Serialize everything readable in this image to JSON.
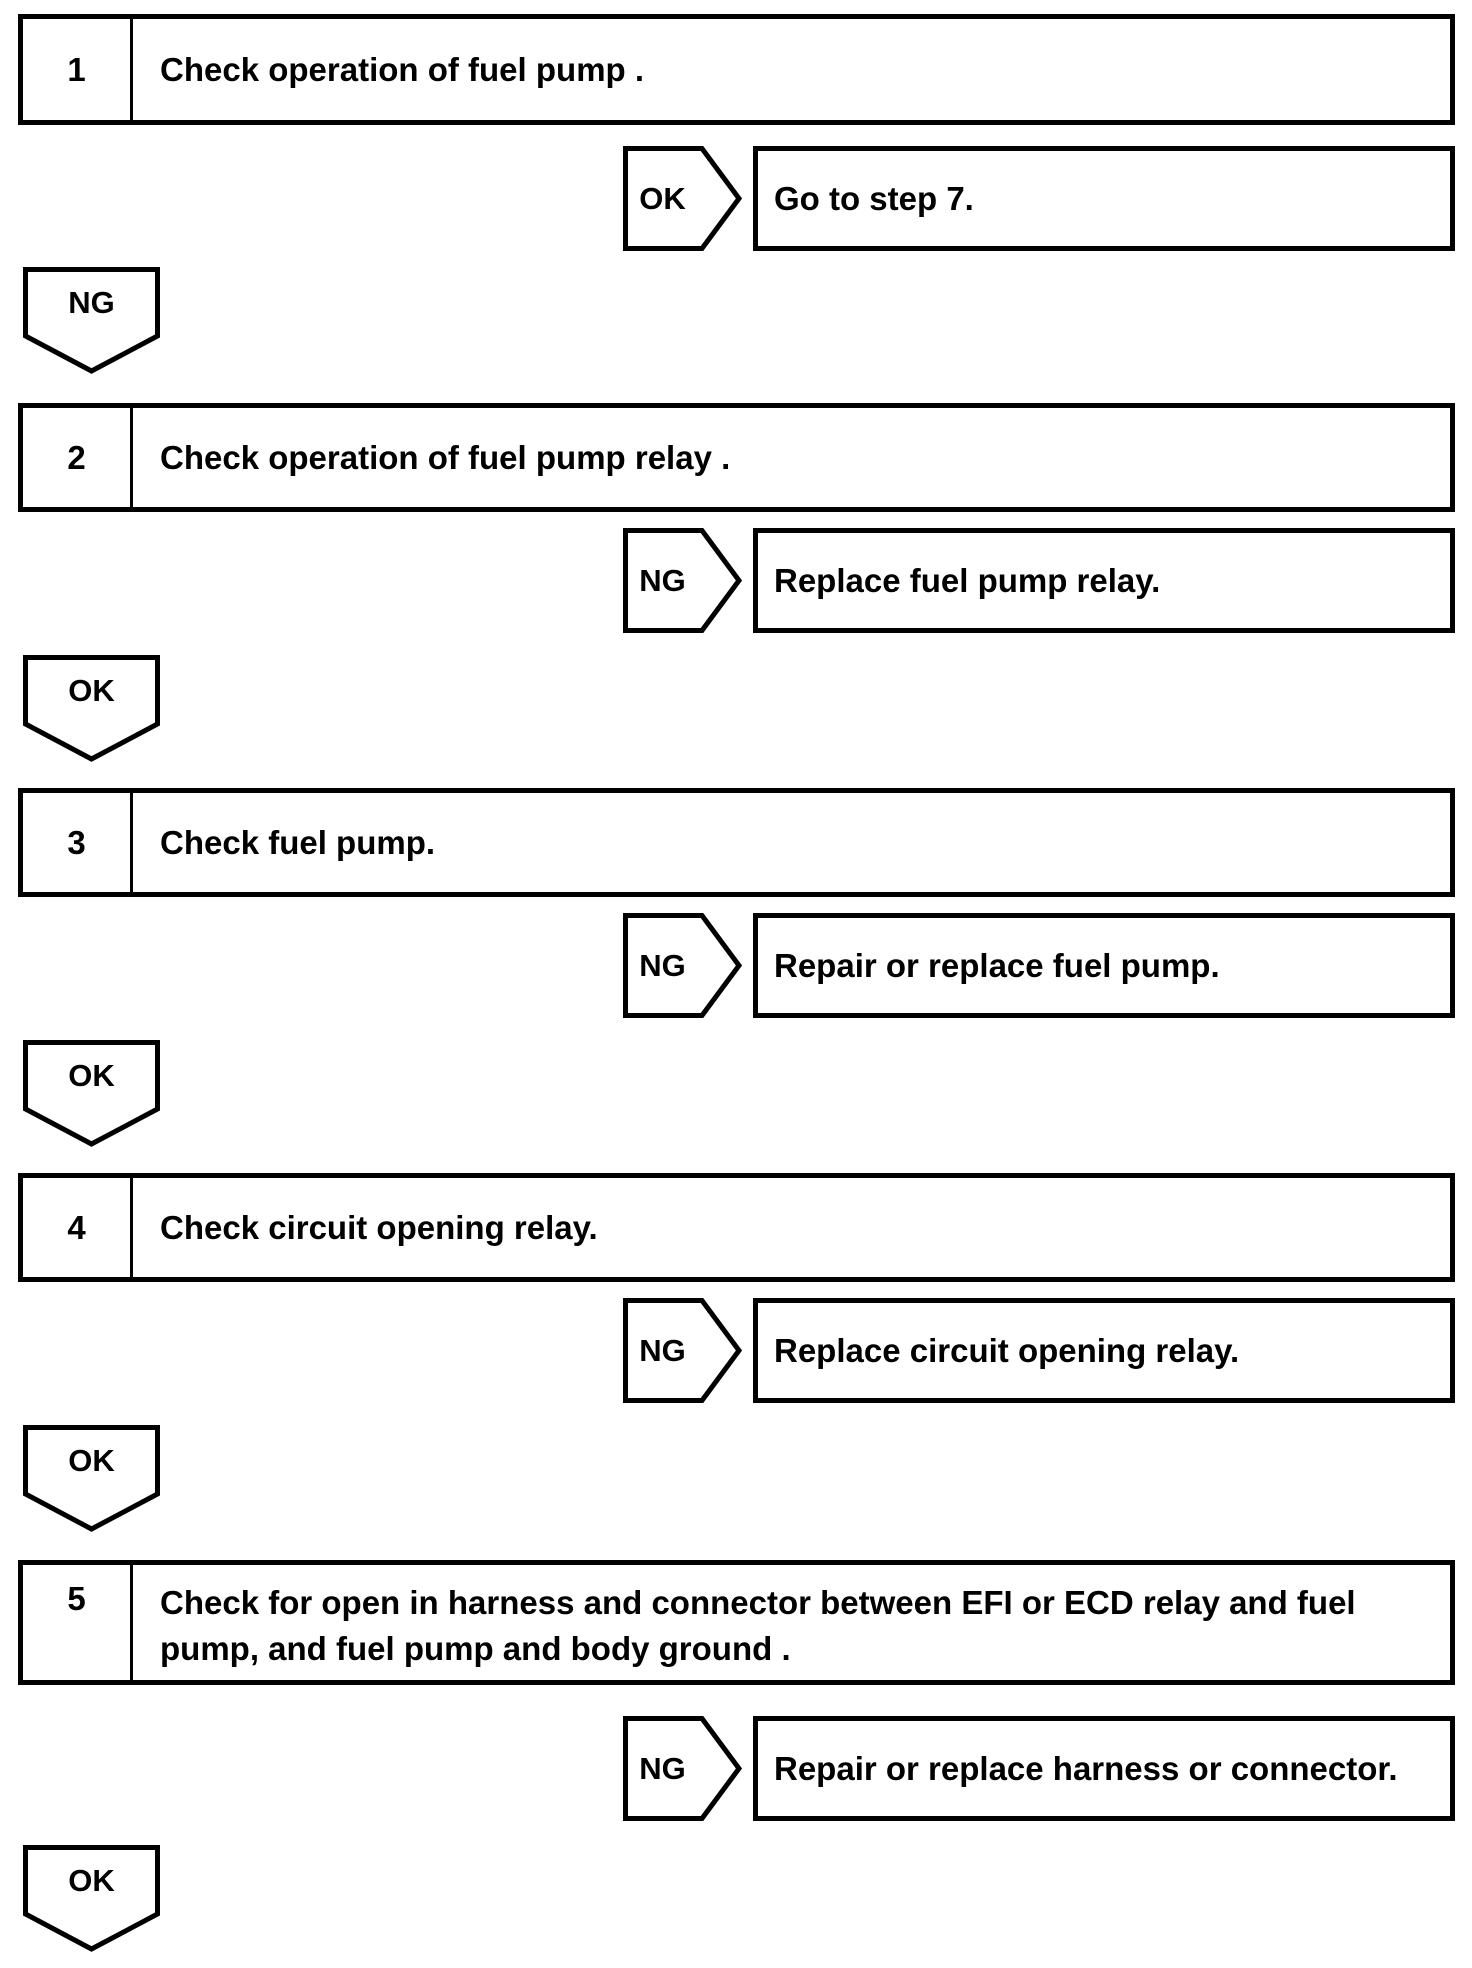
{
  "page": {
    "background_color": "#ffffff",
    "ink_color": "#000000"
  },
  "flowchart": {
    "steps": [
      {
        "number": "1",
        "instruction": "Check operation of fuel pump .",
        "branch": {
          "label": "OK",
          "result": "Go to step 7."
        },
        "connector": "NG"
      },
      {
        "number": "2",
        "instruction": "Check operation of fuel pump relay .",
        "branch": {
          "label": "NG",
          "result": "Replace fuel pump relay."
        },
        "connector": "OK"
      },
      {
        "number": "3",
        "instruction": "Check fuel pump.",
        "branch": {
          "label": "NG",
          "result": "Repair or replace fuel pump."
        },
        "connector": "OK"
      },
      {
        "number": "4",
        "instruction": "Check circuit opening relay.",
        "branch": {
          "label": "NG",
          "result": "Replace circuit opening relay."
        },
        "connector": "OK"
      },
      {
        "number": "5",
        "instruction": "Check for open in harness and connector between EFI or ECD relay and fuel pump, and fuel pump and body ground .",
        "branch": {
          "label": "NG",
          "result": "Repair or replace harness or connector."
        },
        "connector": "OK"
      }
    ]
  }
}
